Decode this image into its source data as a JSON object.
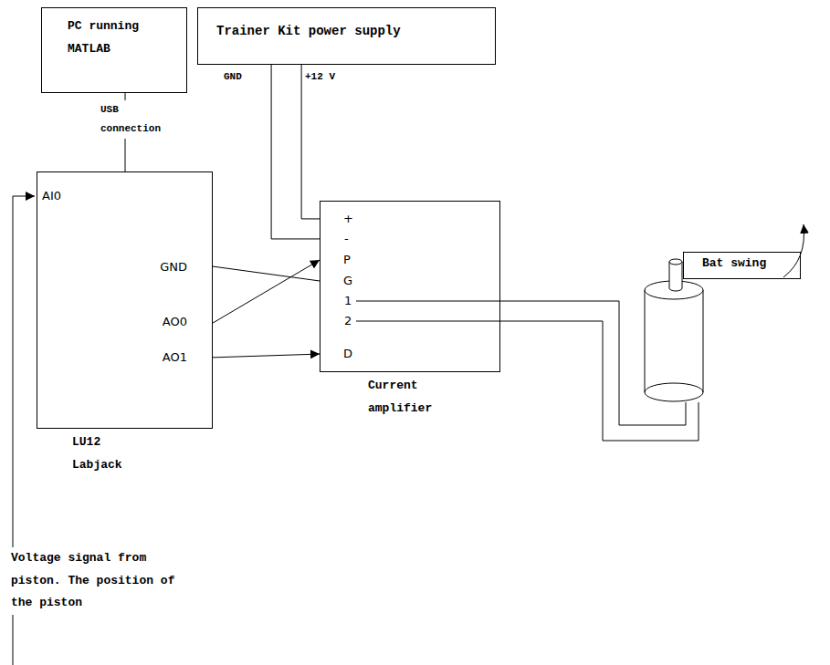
{
  "diagram": {
    "nodes": [
      {
        "text": [
          "PC running MATLAB"
        ]
      },
      {
        "text": [
          "Trainer Kit power supply"
        ]
      },
      {
        "text": [
          "LU12 Labjack"
        ]
      },
      {
        "text": [
          "Current amplifier"
        ]
      },
      {
        "text": [
          "Bat swing"
        ]
      }
    ],
    "edges": [
      {
        "from": 0,
        "to": 2,
        "arrow": "none",
        "label": "USB connection"
      },
      {
        "from": 1,
        "to": 3,
        "arrow": "none",
        "label": "GND"
      },
      {
        "from": 1,
        "to": 3,
        "arrow": "none",
        "label": "+12 V"
      },
      {
        "from": 2,
        "to": 3,
        "arrow": "none"
      },
      {
        "from": 2,
        "to": 3,
        "arrow": "to"
      },
      {
        "from": 2,
        "to": 3,
        "arrow": "to"
      }
    ],
    "labels": [
      "AI0",
      "GND",
      "AO0",
      "AO1",
      "+",
      "-",
      "P",
      "G",
      "1",
      "2",
      "D",
      "Voltage signal from piston. The position of the piston"
    ]
  }
}
